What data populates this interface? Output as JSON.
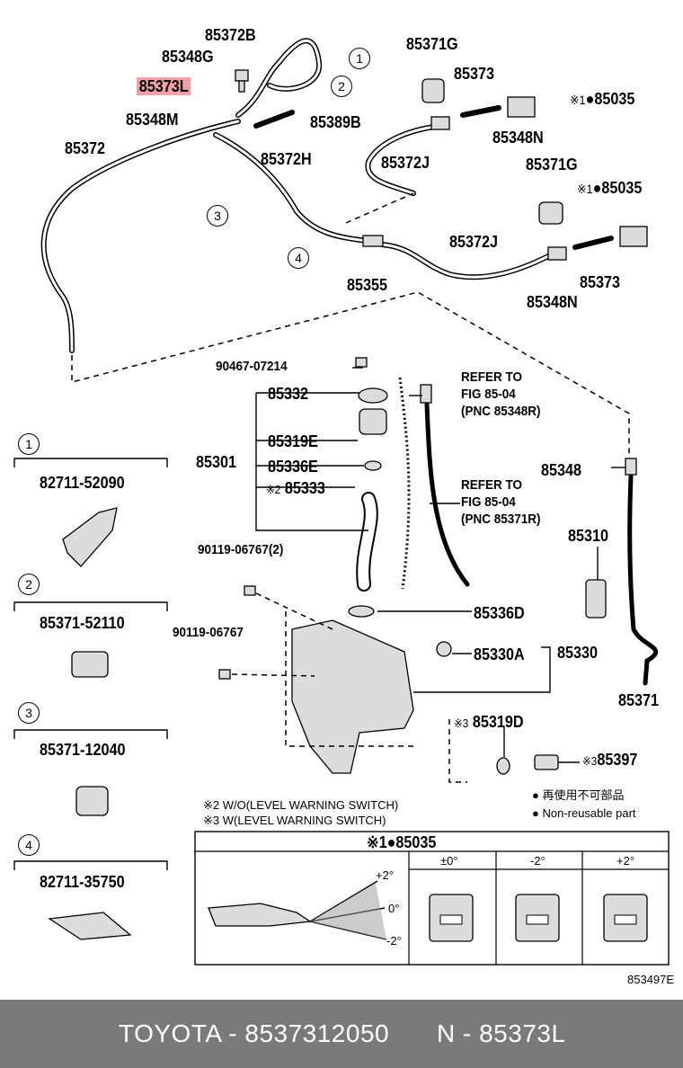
{
  "labels": {
    "p85372B": "85372B",
    "p85348G": "85348G",
    "p85373L": "85373L",
    "p85348M": "85348M",
    "p85389B": "85389B",
    "p85372": "85372",
    "p85372H": "85372H",
    "p85371G_a": "85371G",
    "p85373_a": "85373",
    "p85035_a": "85035",
    "p85348N_a": "85348N",
    "p85372J_a": "85372J",
    "p85371G_b": "85371G",
    "p85035_b": "85035",
    "p85372J_b": "85372J",
    "p85373_b": "85373",
    "p85355": "85355",
    "p85348N_b": "85348N",
    "p90467": "90467-07214",
    "p85332": "85332",
    "p85319E": "85319E",
    "p85301": "85301",
    "p85336E": "85336E",
    "p85333": "85333",
    "refer1_a": "REFER TO",
    "refer1_b": "FIG 85-04",
    "refer1_c": "(PNC 85348R)",
    "refer2_a": "REFER TO",
    "refer2_b": "FIG 85-04",
    "refer2_c": "(PNC 85371R)",
    "p85348": "85348",
    "p85310": "85310",
    "p90119a": "90119-06767(2)",
    "p90119b": "90119-06767",
    "p85336D": "85336D",
    "p85330A": "85330A",
    "p85330": "85330",
    "p85371": "85371",
    "p85319D": "85319D",
    "p85397": "85397",
    "mark1": "※1",
    "mark2": "※2",
    "mark3": "※3",
    "note2": "※2 W/O(LEVEL WARNING SWITCH)",
    "note3": "※3 W(LEVEL WARNING SWITCH)",
    "legend_jp": "再使用不可部品",
    "legend_en": "Non-reusable part",
    "table_title": "※1●85035",
    "col1": "±0°",
    "col2": "-2°",
    "col3": "+2°",
    "angle_p2": "+2°",
    "angle_0": "0°",
    "angle_m2": "-2°",
    "fig_code": "853497E"
  },
  "insets": [
    {
      "num": "1",
      "part": "82711-52090"
    },
    {
      "num": "2",
      "part": "85371-52110"
    },
    {
      "num": "3",
      "part": "85371-12040"
    },
    {
      "num": "4",
      "part": "82711-35750"
    }
  ],
  "callouts": {
    "c1": "1",
    "c2": "2",
    "c3": "3",
    "c4": "4"
  },
  "footer": {
    "brand_part": "TOYOTA - 8537312050",
    "pnc": "N - 85373L"
  },
  "colors": {
    "highlight": "#f0a0a8",
    "footer_bg": "#7a7a7a"
  }
}
